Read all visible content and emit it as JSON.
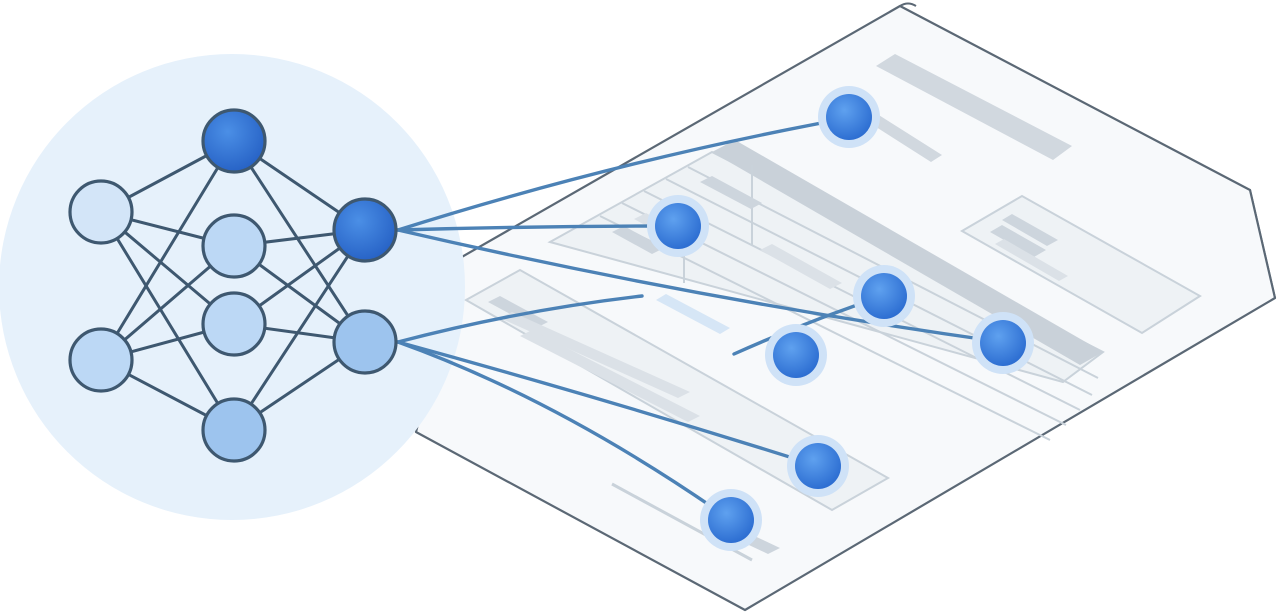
{
  "illustration": {
    "subject": "neural-network-to-document-extraction",
    "network": {
      "layers": [
        2,
        4,
        2
      ],
      "hidden_node_count": 4,
      "input_node_count": 2,
      "output_node_count": 2
    },
    "document": {
      "kind": "form-page",
      "folded_corner": true,
      "text_content": "placeholder-bars-only"
    },
    "extraction_points": 7,
    "connections": 7,
    "colors": {
      "accent": "#2f6fd3",
      "node_dark": "#2f6fd3",
      "node_light": "#cfe2f7",
      "node_mid": "#9dc4ee",
      "edge": "#3e5870",
      "connector": "#4c82b6",
      "halo": "#e6f1fb",
      "paper": "#f7f9fb",
      "paper_outline": "#5b6875",
      "placeholder": "#cdd5dd"
    }
  }
}
